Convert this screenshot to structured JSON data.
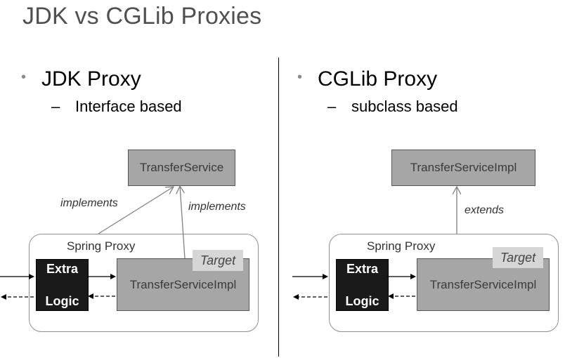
{
  "title": "JDK vs CGLib Proxies",
  "left": {
    "heading": "JDK Proxy",
    "subheading": "Interface based",
    "top_box": "TransferService",
    "relation_left": "implements",
    "relation_right": "implements",
    "proxy_label": "Spring Proxy",
    "extra_logic": "Extra Logic",
    "impl_box": "TransferServiceImpl",
    "target_tag": "Target"
  },
  "right": {
    "heading": "CGLib Proxy",
    "subheading": "subclass based",
    "top_box": "TransferServiceImpl",
    "relation": "extends",
    "proxy_label": "Spring Proxy",
    "extra_logic": "Extra Logic",
    "impl_box": "TransferServiceImpl",
    "target_tag": "Target"
  },
  "icons": {
    "bullet": "•",
    "dash": "–"
  },
  "colors": {
    "box_fill": "#a6a6a6",
    "extra_logic_fill": "#1a1a1a",
    "target_tag_fill": "#d6d6d6"
  }
}
